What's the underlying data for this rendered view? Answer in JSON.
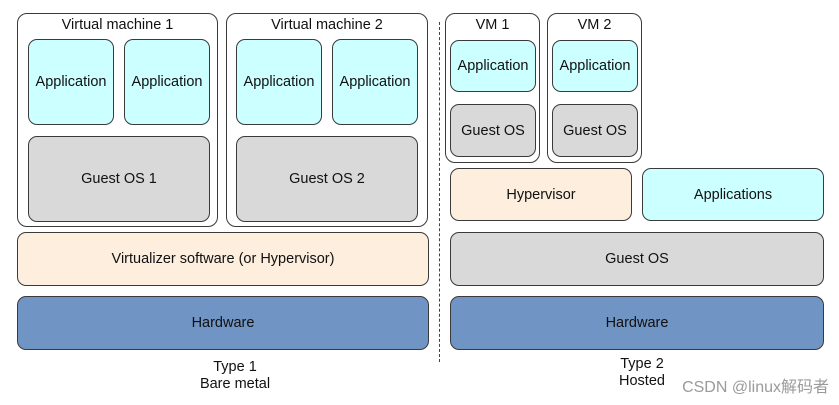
{
  "type1": {
    "vm1": {
      "title": "Virtual machine 1",
      "app_a": "Application",
      "app_b": "Application",
      "guest_os": "Guest OS 1"
    },
    "vm2": {
      "title": "Virtual machine 2",
      "app_a": "Application",
      "app_b": "Application",
      "guest_os": "Guest OS 2"
    },
    "virtualizer": "Virtualizer software (or Hypervisor)",
    "hardware": "Hardware",
    "caption_line1": "Type 1",
    "caption_line2": "Bare metal"
  },
  "type2": {
    "vm1": {
      "title": "VM 1",
      "app": "Application",
      "guest_os": "Guest OS"
    },
    "vm2": {
      "title": "VM 2",
      "app": "Application",
      "guest_os": "Guest OS"
    },
    "hypervisor": "Hypervisor",
    "applications": "Applications",
    "guest_os": "Guest OS",
    "hardware": "Hardware",
    "caption_line1": "Type 2",
    "caption_line2": "Hosted"
  },
  "watermark": "CSDN @linux解码者",
  "colors": {
    "application_fill": "#ccffff",
    "guest_os_fill": "#d9d9d9",
    "hypervisor_fill": "#fdeede",
    "hardware_fill": "#7094c3"
  }
}
